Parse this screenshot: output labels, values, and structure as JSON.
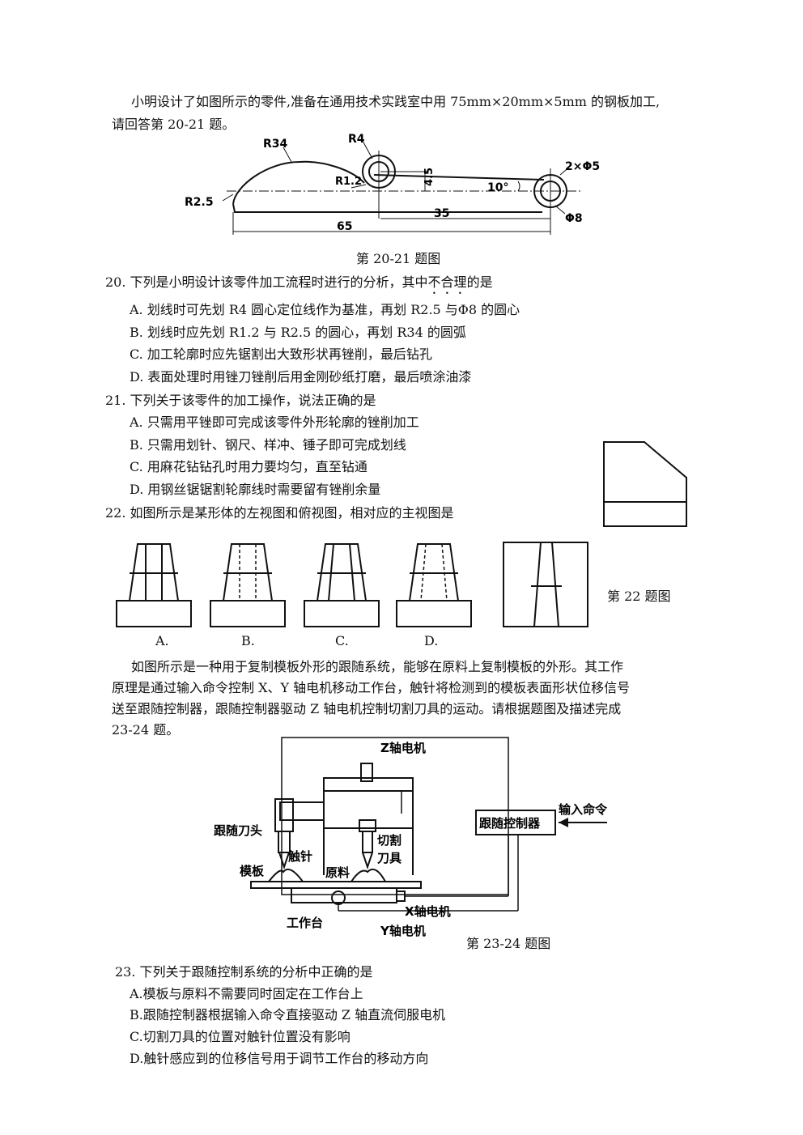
{
  "intro_20_21": {
    "line1": "小明设计了如图所示的零件,准备在通用技术实践室中用 75mm×20mm×5mm 的钢板加工,",
    "line2": "请回答第 20-21 题。"
  },
  "part_drawing": {
    "caption": "第 20-21 题图",
    "labels": {
      "r34": "R34",
      "r4": "R4",
      "r1_2": "R1.2",
      "r2_5": "R2.5",
      "d4_5": "4.5",
      "angle": "10°",
      "holes": "2×Φ5",
      "phi8": "Φ8",
      "d65": "65",
      "d35": "35"
    }
  },
  "q20": {
    "stem_before": "20. 下列是小明设计该零件加工流程时进行的分析，其中",
    "stem_emph": "不合理",
    "stem_after": "的是",
    "options": [
      "A. 划线时可先划 R4 圆心定位线作为基准，再划 R2.5 与Φ8 的圆心",
      "B. 划线时应先划 R1.2 与 R2.5 的圆心，再划 R34 的圆弧",
      "C. 加工轮廓时应先锯割出大致形状再锉削，最后钻孔",
      "D. 表面处理时用锉刀锉削后用金刚砂纸打磨，最后喷涂油漆"
    ]
  },
  "q21": {
    "stem": "21. 下列关于该零件的加工操作，说法正确的是",
    "options": [
      "A. 只需用平锉即可完成该零件外形轮廓的锉削加工",
      "B. 只需用划针、钢尺、样冲、锤子即可完成划线",
      "C. 用麻花钻钻孔时用力要均匀，直至钻通",
      "D. 用钢丝锯锯割轮廓线时需要留有锉削余量"
    ]
  },
  "q22": {
    "stem": "22. 如图所示是某形体的左视图和俯视图，相对应的主视图是",
    "choice_labels": [
      "A.",
      "B.",
      "C.",
      "D."
    ],
    "caption": "第 22 题图"
  },
  "intro_23_24": {
    "lines": [
      "如图所示是一种用于复制模板外形的跟随系统，能够在原料上复制模板的外形。其工作",
      "原理是通过输入命令控制 X、Y 轴电机移动工作台，触针将检测到的模板表面形状位移信号",
      "送至跟随控制器，跟随控制器驱动 Z 轴电机控制切割刀具的运动。请根据题图及描述完成",
      "23-24 题。"
    ]
  },
  "system_diagram": {
    "caption": "第 23-24 题图",
    "labels": {
      "z_motor": "Z轴电机",
      "controller": "跟随控制器",
      "input_cmd": "输入命令",
      "follow_head": "跟随刀头",
      "stylus": "触针",
      "cutter_1": "切割",
      "cutter_2": "刀具",
      "template": "模板",
      "material": "原料",
      "x_motor": "X轴电机",
      "table": "工作台",
      "y_motor": "Y轴电机"
    }
  },
  "q23": {
    "stem": "23. 下列关于跟随控制系统的分析中正确的是",
    "options": [
      "A.模板与原料不需要同时固定在工作台上",
      "B.跟随控制器根据输入命令直接驱动 Z 轴直流伺服电机",
      "C.切割刀具的位置对触针位置没有影响",
      "D.触针感应到的位移信号用于调节工作台的移动方向"
    ]
  }
}
